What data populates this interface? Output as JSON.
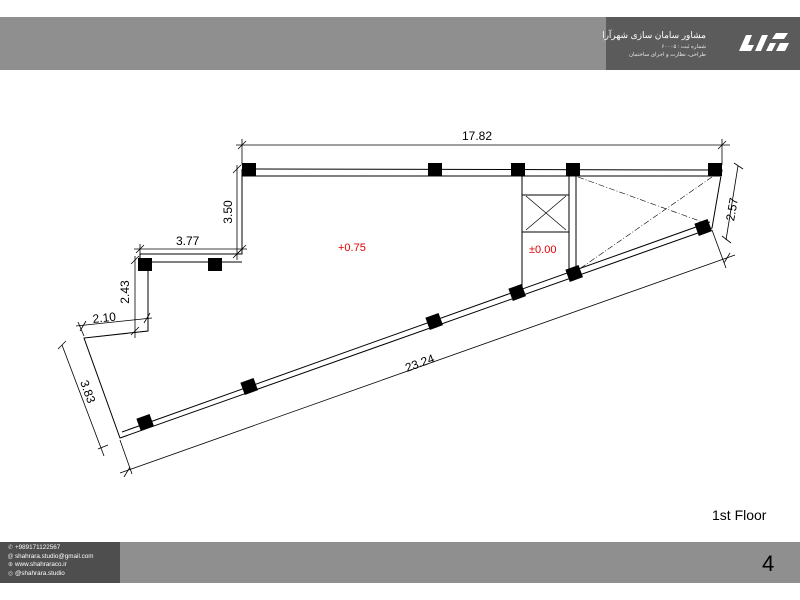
{
  "header": {
    "company_title": "مشاور سامان سازی شهرآرا",
    "registration": "شماره ثبت : ۶۰۰۰۵",
    "services": "طراحی، نظارت و اجرای ساختمان"
  },
  "plan": {
    "dimensions": {
      "top": "17.82",
      "right": "2.57",
      "upper_left_vertical": "3.50",
      "step_horizontal": "3.77",
      "step_vertical": "2.43",
      "left_short": "2.10",
      "left_vertical": "3.83",
      "bottom": "23.24"
    },
    "levels": {
      "main": "+0.75",
      "stair": "±0.00"
    },
    "colors": {
      "level_text": "#e00000",
      "lines": "#000000",
      "columns": "#000000"
    }
  },
  "floor_label": "1st Floor",
  "footer": {
    "contacts": [
      {
        "icon": "phone-icon",
        "glyph": "✆",
        "text": "+989171122567"
      },
      {
        "icon": "email-icon",
        "glyph": "@",
        "text": "shahrara.studio@gmail.com"
      },
      {
        "icon": "web-icon",
        "glyph": "⊕",
        "text": "www.shahraraco.ir"
      },
      {
        "icon": "instagram-icon",
        "glyph": "◎",
        "text": "@shahrara.studio"
      }
    ],
    "page_number": "4"
  }
}
